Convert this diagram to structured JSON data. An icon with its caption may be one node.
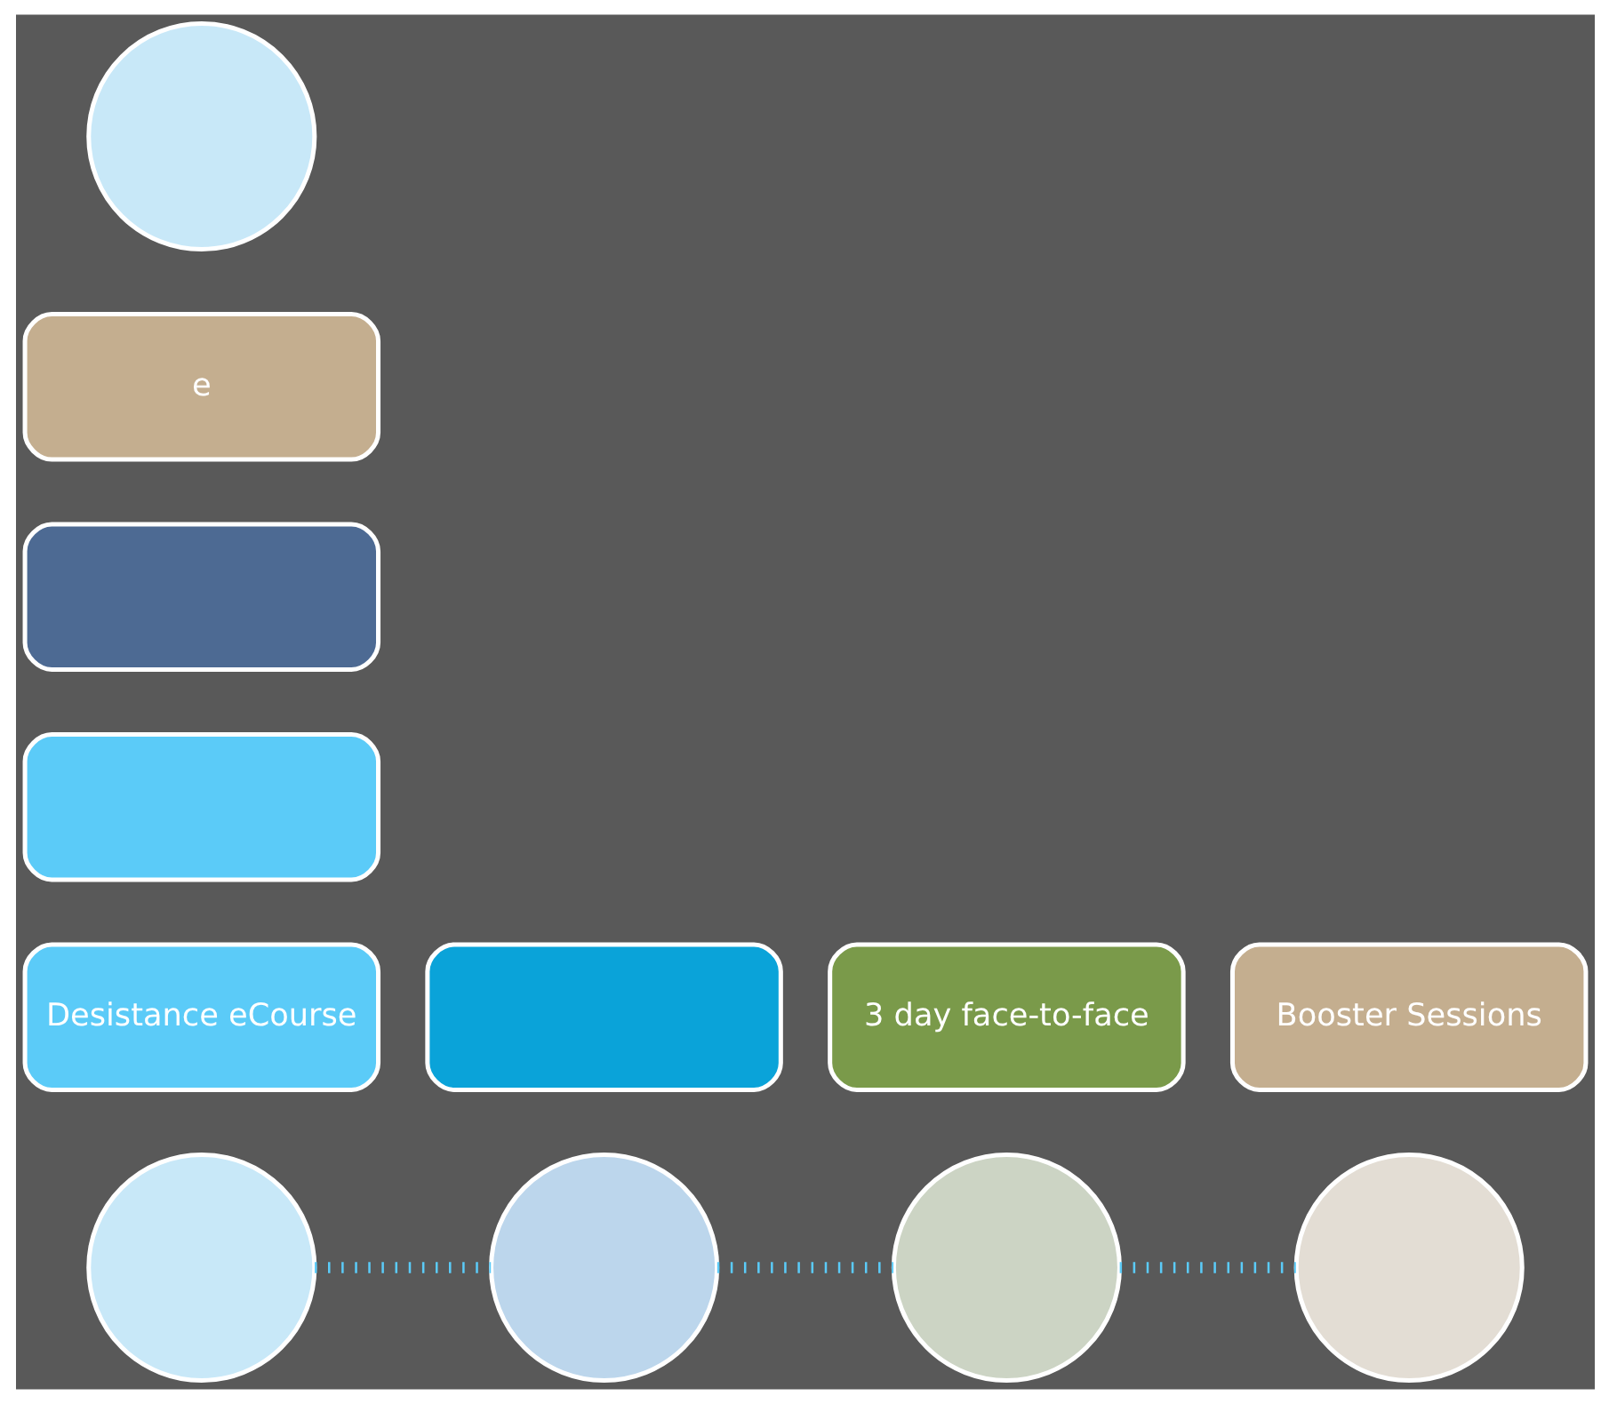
{
  "diagram": {
    "nodes": [
      {
        "text": [],
        "shape": "box"
      },
      {
        "text": [],
        "shape": "box"
      },
      {
        "text": [
          "e"
        ]
      },
      {
        "text": [],
        "shape": "circle"
      },
      {
        "text": [
          "Booster Sessions"
        ]
      },
      {
        "text": [],
        "shape": "circle"
      },
      {
        "text": [
          "3 day face-to-face"
        ]
      },
      {
        "text": [],
        "shape": "circle"
      },
      {
        "text": [],
        "shape": "box"
      },
      {
        "text": [],
        "shape": "circle"
      },
      {
        "text": [
          "Desistance eCourse"
        ]
      },
      {
        "text": [],
        "shape": "circle"
      }
    ],
    "edges": [
      {
        "from": 9,
        "to": 7,
        "arrow": "none",
        "style": "dashed"
      },
      {
        "from": 7,
        "to": 5,
        "arrow": "none",
        "style": "dashed"
      },
      {
        "from": 5,
        "to": 3,
        "arrow": "none",
        "style": "dashed"
      }
    ]
  }
}
